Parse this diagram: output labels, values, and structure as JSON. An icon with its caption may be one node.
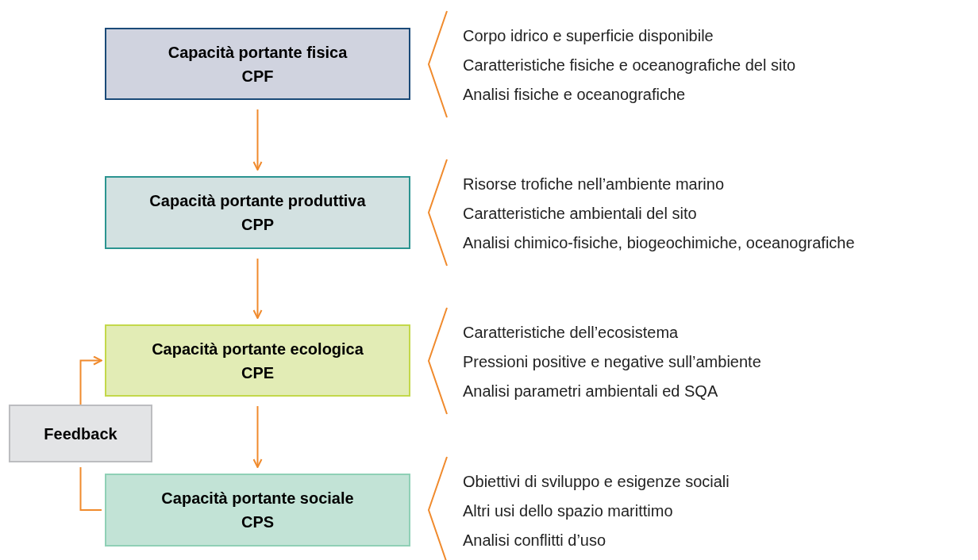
{
  "diagram": {
    "nodes": [
      {
        "text": [
          "Capacità portante fisica",
          "CPF"
        ],
        "beside": [
          "Corpo idrico e superficie disponibile",
          "Caratteristiche fisiche e oceanografiche del sito",
          "Analisi fisiche e oceanografiche"
        ]
      },
      {
        "text": [
          "Capacità portante produttiva",
          "CPP"
        ],
        "beside": [
          "Risorse trofiche nell’ambiente marino",
          "Caratteristiche ambientali del sito",
          "Analisi chimico-fisiche, biogeochimiche, oceanografiche"
        ]
      },
      {
        "text": [
          "Capacità portante ecologica",
          "CPE"
        ],
        "beside": [
          "Caratteristiche dell’ecosistema",
          "Pressioni positive e negative sull’ambiente",
          "Analisi parametri ambientali ed SQA"
        ]
      },
      {
        "text": [
          "Capacità portante sociale",
          "CPS"
        ],
        "beside": [
          "Obiettivi di sviluppo e esigenze sociali",
          "Altri usi dello spazio marittimo",
          "Analisi conflitti d’uso"
        ]
      },
      {
        "text": [
          "Feedback"
        ]
      }
    ],
    "edges": [
      {
        "from": 0,
        "to": 1,
        "arrow": "to"
      },
      {
        "from": 1,
        "to": 2,
        "arrow": "to"
      },
      {
        "from": 2,
        "to": 3,
        "arrow": "to"
      },
      {
        "from": 4,
        "to": 2,
        "arrow": "to"
      },
      {
        "from": 4,
        "to": 3,
        "arrow": "none"
      }
    ]
  }
}
